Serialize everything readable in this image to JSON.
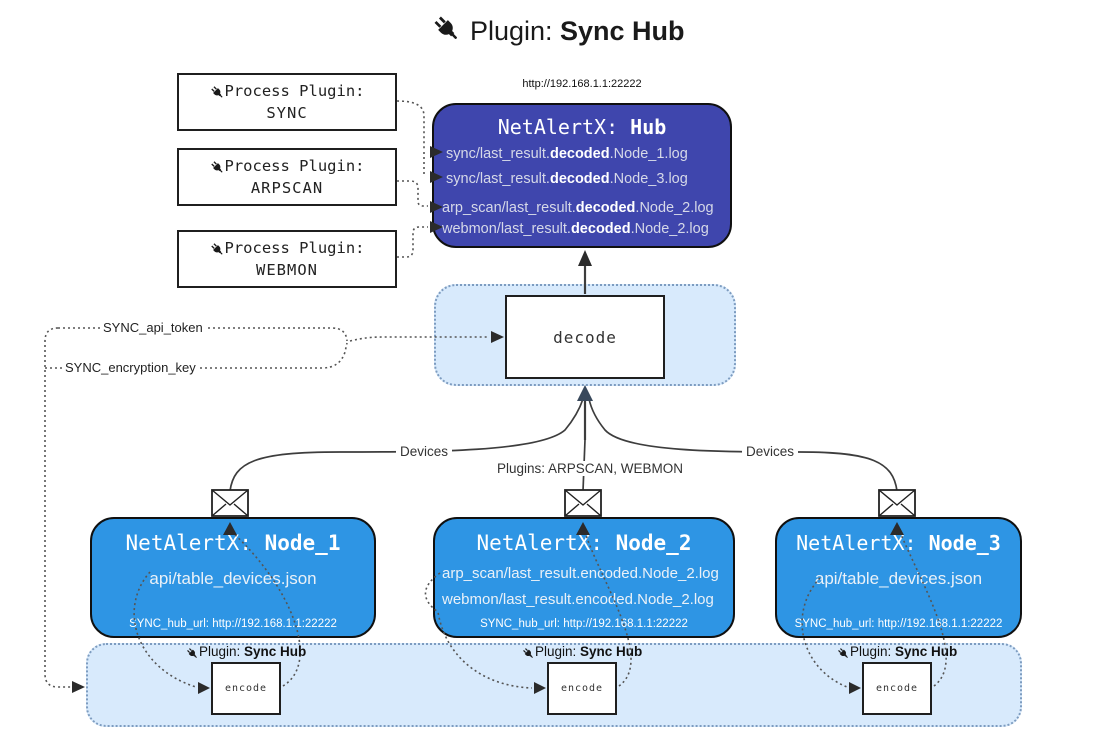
{
  "title": {
    "pre": "Plugin: ",
    "bold": "Sync Hub"
  },
  "hub": {
    "url": "http://192.168.1.1:22222",
    "title_pre": "NetAlertX: ",
    "title_bold": "Hub",
    "lines": [
      {
        "pre": "sync/last_result.",
        "bold": "decoded",
        "post": ".Node_1.log"
      },
      {
        "pre": "sync/last_result.",
        "bold": "decoded",
        "post": ".Node_3.log"
      },
      {
        "pre": "arp_scan/last_result.",
        "bold": "decoded",
        "post": ".Node_2.log"
      },
      {
        "pre": "webmon/last_result.",
        "bold": "decoded",
        "post": ".Node_2.log"
      }
    ]
  },
  "process_plugins": [
    {
      "label": "Process Plugin:",
      "name": "SYNC"
    },
    {
      "label": "Process Plugin:",
      "name": "ARPSCAN"
    },
    {
      "label": "Process Plugin:",
      "name": "WEBMON"
    }
  ],
  "decode": {
    "label": "decode"
  },
  "encode": {
    "label_pre": "Plugin: ",
    "label_bold": "Sync Hub",
    "box_label": "encode"
  },
  "labels": {
    "api_token": "SYNC_api_token",
    "encryption_key": "SYNC_encryption_key",
    "devices_left": "Devices",
    "devices_right": "Devices",
    "plugins_mid": "Plugins: ARPSCAN, WEBMON"
  },
  "nodes": [
    {
      "title_pre": "NetAlertX: ",
      "title_bold": "Node_1",
      "line1": "api/table_devices.json",
      "hub_url": "SYNC_hub_url: http://192.168.1.1:22222"
    },
    {
      "title_pre": "NetAlertX: ",
      "title_bold": "Node_2",
      "line1": "arp_scan/last_result.encoded.Node_2.log",
      "line2": "webmon/last_result.encoded.Node_2.log",
      "hub_url": "SYNC_hub_url: http://192.168.1.1:22222"
    },
    {
      "title_pre": "NetAlertX: ",
      "title_bold": "Node_3",
      "line1": "api/table_devices.json",
      "hub_url": "SYNC_hub_url: http://192.168.1.1:22222"
    }
  ],
  "colors": {
    "hub_bg": "#3f46ad",
    "node_bg": "#2e95e4",
    "panel_bg": "#d8eafc",
    "panel_border": "#7d9cc0",
    "box_border": "#1f1f1f",
    "connector": "#555555"
  }
}
